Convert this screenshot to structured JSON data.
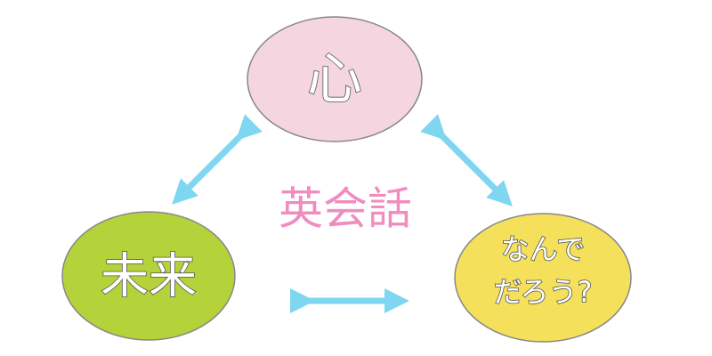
{
  "diagram": {
    "center_label": "英会話",
    "nodes": {
      "heart": {
        "label": "心"
      },
      "future": {
        "label": "未来"
      },
      "question": {
        "line1": "なんで",
        "line2": "だろう?"
      }
    },
    "colors": {
      "heart_fill": "#f5d5e0",
      "future_fill": "#b4d23a",
      "question_fill": "#f4e05a",
      "node_stroke": "#888888",
      "arrow": "#7fd6f0",
      "center_text": "#f08cbf"
    }
  }
}
